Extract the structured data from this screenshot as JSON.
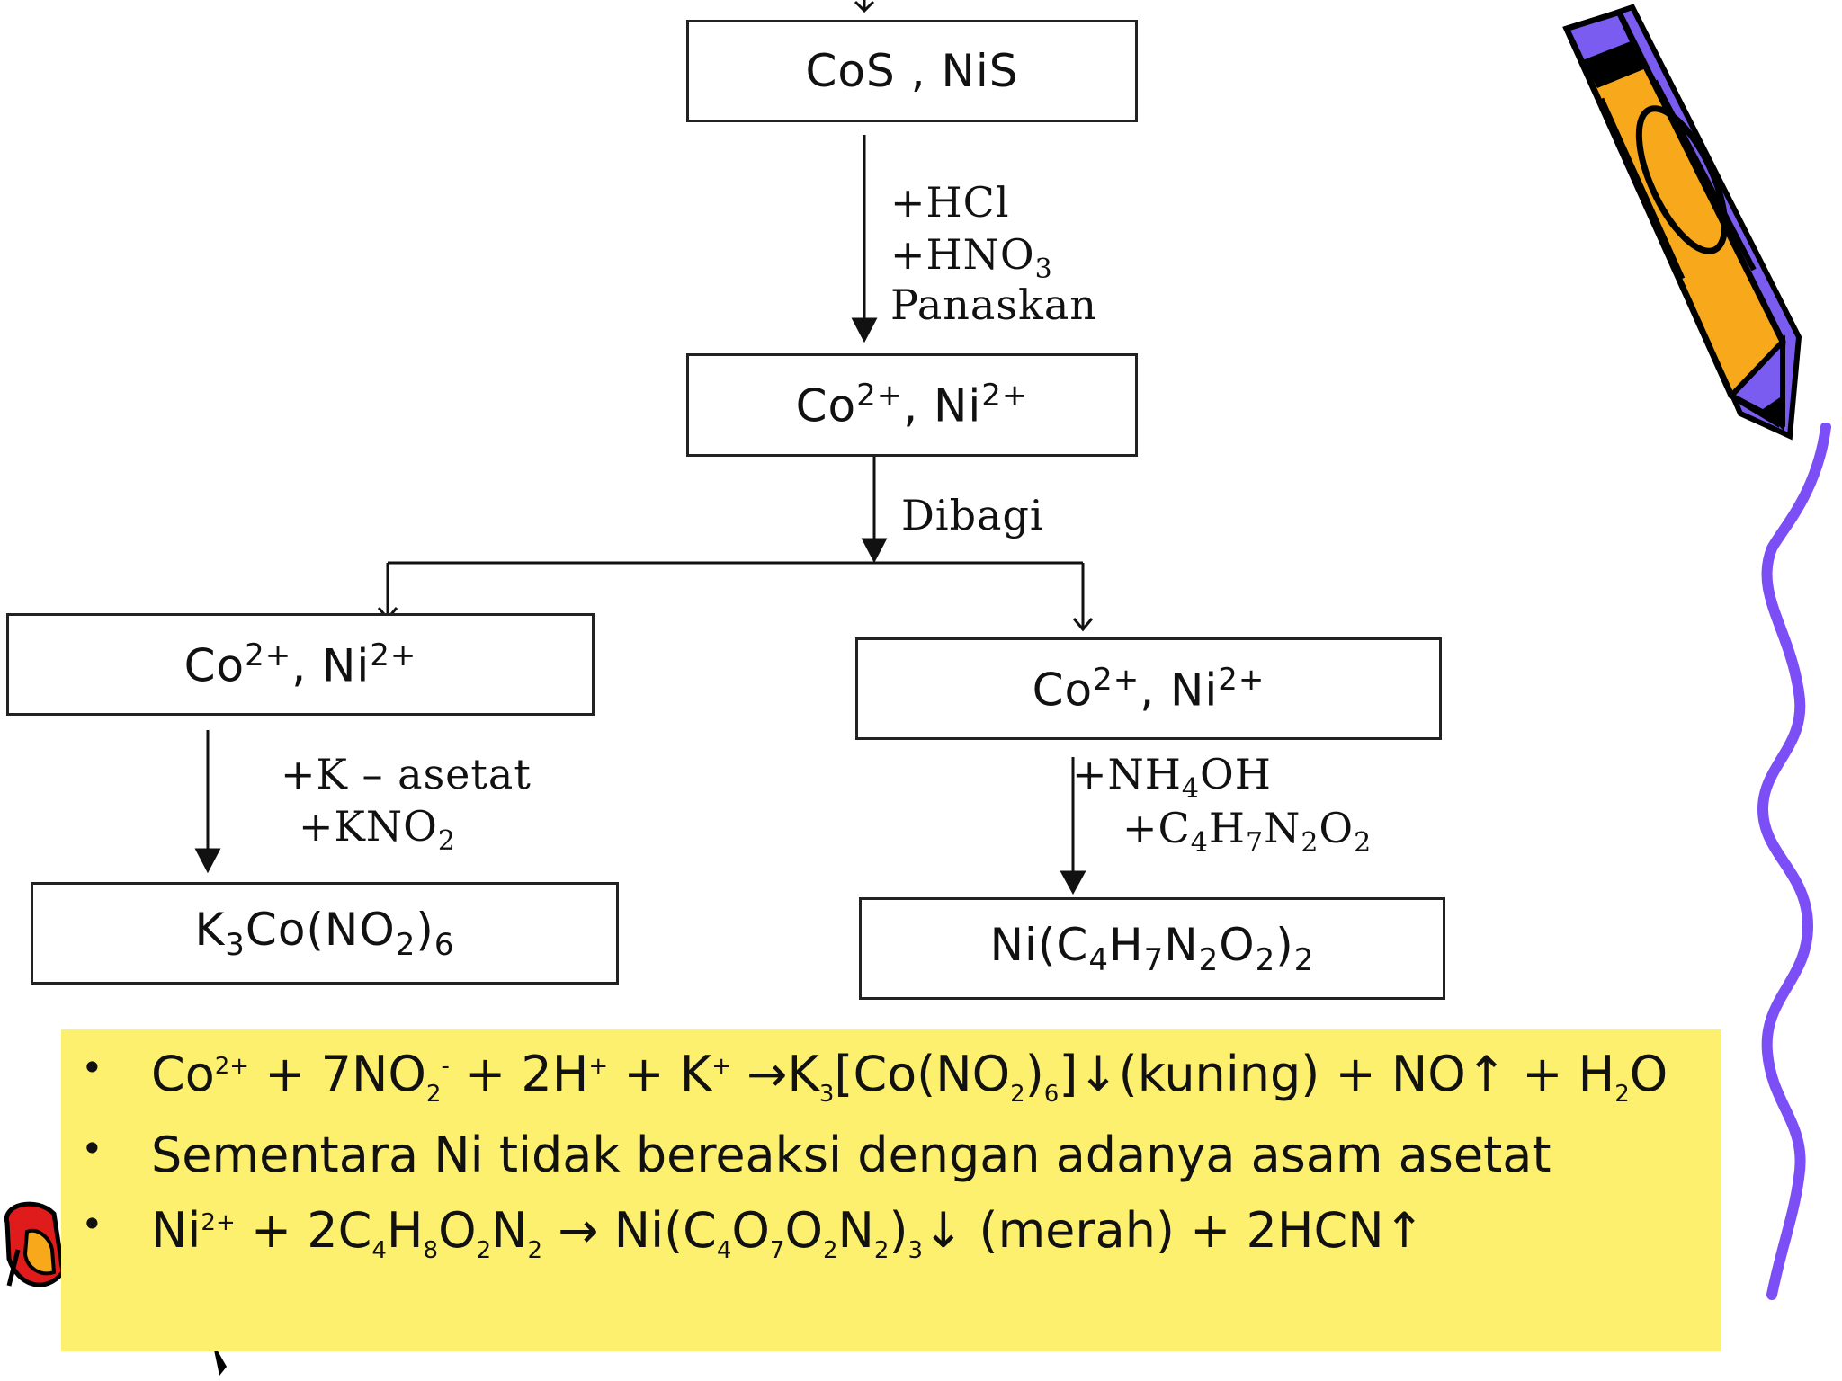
{
  "boxes": {
    "b1": "CoS  ,  NiS",
    "b2a": "Co",
    "b2b": "2+",
    "b2c": ",  Ni",
    "b2d": "2+",
    "b3a": "Co",
    "b3b": "2+",
    "b3c": ",  Ni",
    "b3d": "2+",
    "b4a": "Co",
    "b4b": "2+",
    "b4c": ",  Ni",
    "b4d": "2+",
    "b5a": "K",
    "b5b": "3",
    "b5c": "Co(NO",
    "b5d": "2",
    "b5e": ")",
    "b5f": "6",
    "b6a": "Ni(C",
    "b6b": "4",
    "b6c": "H",
    "b6d": "7",
    "b6e": "N",
    "b6f": "2",
    "b6g": "O",
    "b6h": "2",
    "b6i": ")",
    "b6j": "2"
  },
  "labels": {
    "hcl": "+HCl",
    "hno3a": "+HNO",
    "hno3b": "3",
    "heat": "Panaskan",
    "split": "Dibagi",
    "kasetat": "+K – asetat",
    "kno2a": "+KNO",
    "kno2b": "2",
    "nh4a": "+NH",
    "nh4b": "4",
    "nh4c": "OH",
    "dmga": "+C",
    "dmgb": "4",
    "dmgc": "H",
    "dmgd": "7",
    "dmge": "N",
    "dmgf": "2",
    "dmgg": "O",
    "dmgh": "2"
  },
  "panel": {
    "bullet": "•",
    "l1": {
      "p1": "Co",
      "p2": "2+",
      "p3": " + 7NO",
      "p4": "2",
      "p5": "-",
      "p6": " + 2H",
      "p7": "+",
      "p8": " + K",
      "p9": "+",
      "p10": " →K",
      "p11": "3",
      "p12": "[Co(NO",
      "p13": "2",
      "p14": ")",
      "p15": "6",
      "p16": "]↓(kuning) + NO↑ + H",
      "p17": "2",
      "p18": "O"
    },
    "l2": "Sementara Ni tidak bereaksi dengan adanya asam asetat",
    "l3": {
      "p1": "Ni",
      "p2": "2+",
      "p3": " + 2C",
      "p4": "4",
      "p5": "H",
      "p6": "8",
      "p7": "O",
      "p8": "2",
      "p9": "N",
      "p10": "2",
      "p11": " → Ni(C",
      "p12": "4",
      "p13": "O",
      "p14": "7",
      "p15": "O",
      "p16": "2",
      "p17": "N",
      "p18": "2",
      "p19": ")",
      "p20": "3",
      "p21": "↓ (merah) + 2HCN↑"
    }
  },
  "colors": {
    "panel_bg": "#fdf06e",
    "pencil_yellow": "#f7a81b",
    "pencil_purple": "#7b5cf0",
    "squiggle": "#7b4ff5",
    "pencil_red": "#e01b1b"
  },
  "decor_icons": [
    "pencil-icon",
    "squiggle-icon",
    "pencil-fragment-icon"
  ]
}
